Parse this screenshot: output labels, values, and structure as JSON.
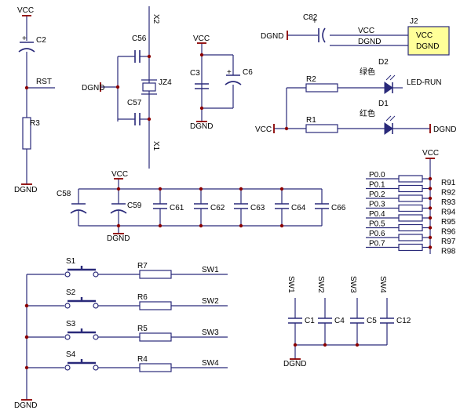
{
  "colors": {
    "wire": "#2a2a7a",
    "label": "#000000",
    "component": "#2a2a7a",
    "node": "#8b0000",
    "power": "#8b0000",
    "module_fill": "#ffff99",
    "led_fill": "#2a2a7a"
  },
  "labels": {
    "vcc": "VCC",
    "dgnd": "DGND",
    "c2": "C2",
    "plus": "+",
    "rst": "RST",
    "r3": "R3",
    "c56": "C56",
    "c57": "C57",
    "jz4": "JZ4",
    "x2": "X2",
    "x1": "X1",
    "c3": "C3",
    "c6": "C6",
    "c82": "C82",
    "j2": "J2",
    "d2": "D2",
    "d1": "D1",
    "green_cn": "绿色",
    "red_cn": "红色",
    "r2": "R2",
    "r1": "R1",
    "led_run": "LED-RUN",
    "c58": "C58",
    "c59": "C59",
    "c61": "C61",
    "c62": "C62",
    "c63": "C63",
    "c64": "C64",
    "c66": "C66",
    "s1": "S1",
    "s2": "S2",
    "s3": "S3",
    "s4": "S4",
    "r7": "R7",
    "r6": "R6",
    "r5": "R5",
    "r4": "R4",
    "sw1": "SW1",
    "sw2": "SW2",
    "sw3": "SW3",
    "sw4": "SW4",
    "c1": "C1",
    "c4": "C4",
    "c5": "C5",
    "c12": "C12"
  },
  "pullups": [
    {
      "net": "P0.0",
      "res": "R91"
    },
    {
      "net": "P0.1",
      "res": "R92"
    },
    {
      "net": "P0.2",
      "res": "R93"
    },
    {
      "net": "P0.3",
      "res": "R94"
    },
    {
      "net": "P0.4",
      "res": "R95"
    },
    {
      "net": "P0.5",
      "res": "R96"
    },
    {
      "net": "P0.6",
      "res": "R97"
    },
    {
      "net": "P0.7",
      "res": "R98"
    }
  ]
}
